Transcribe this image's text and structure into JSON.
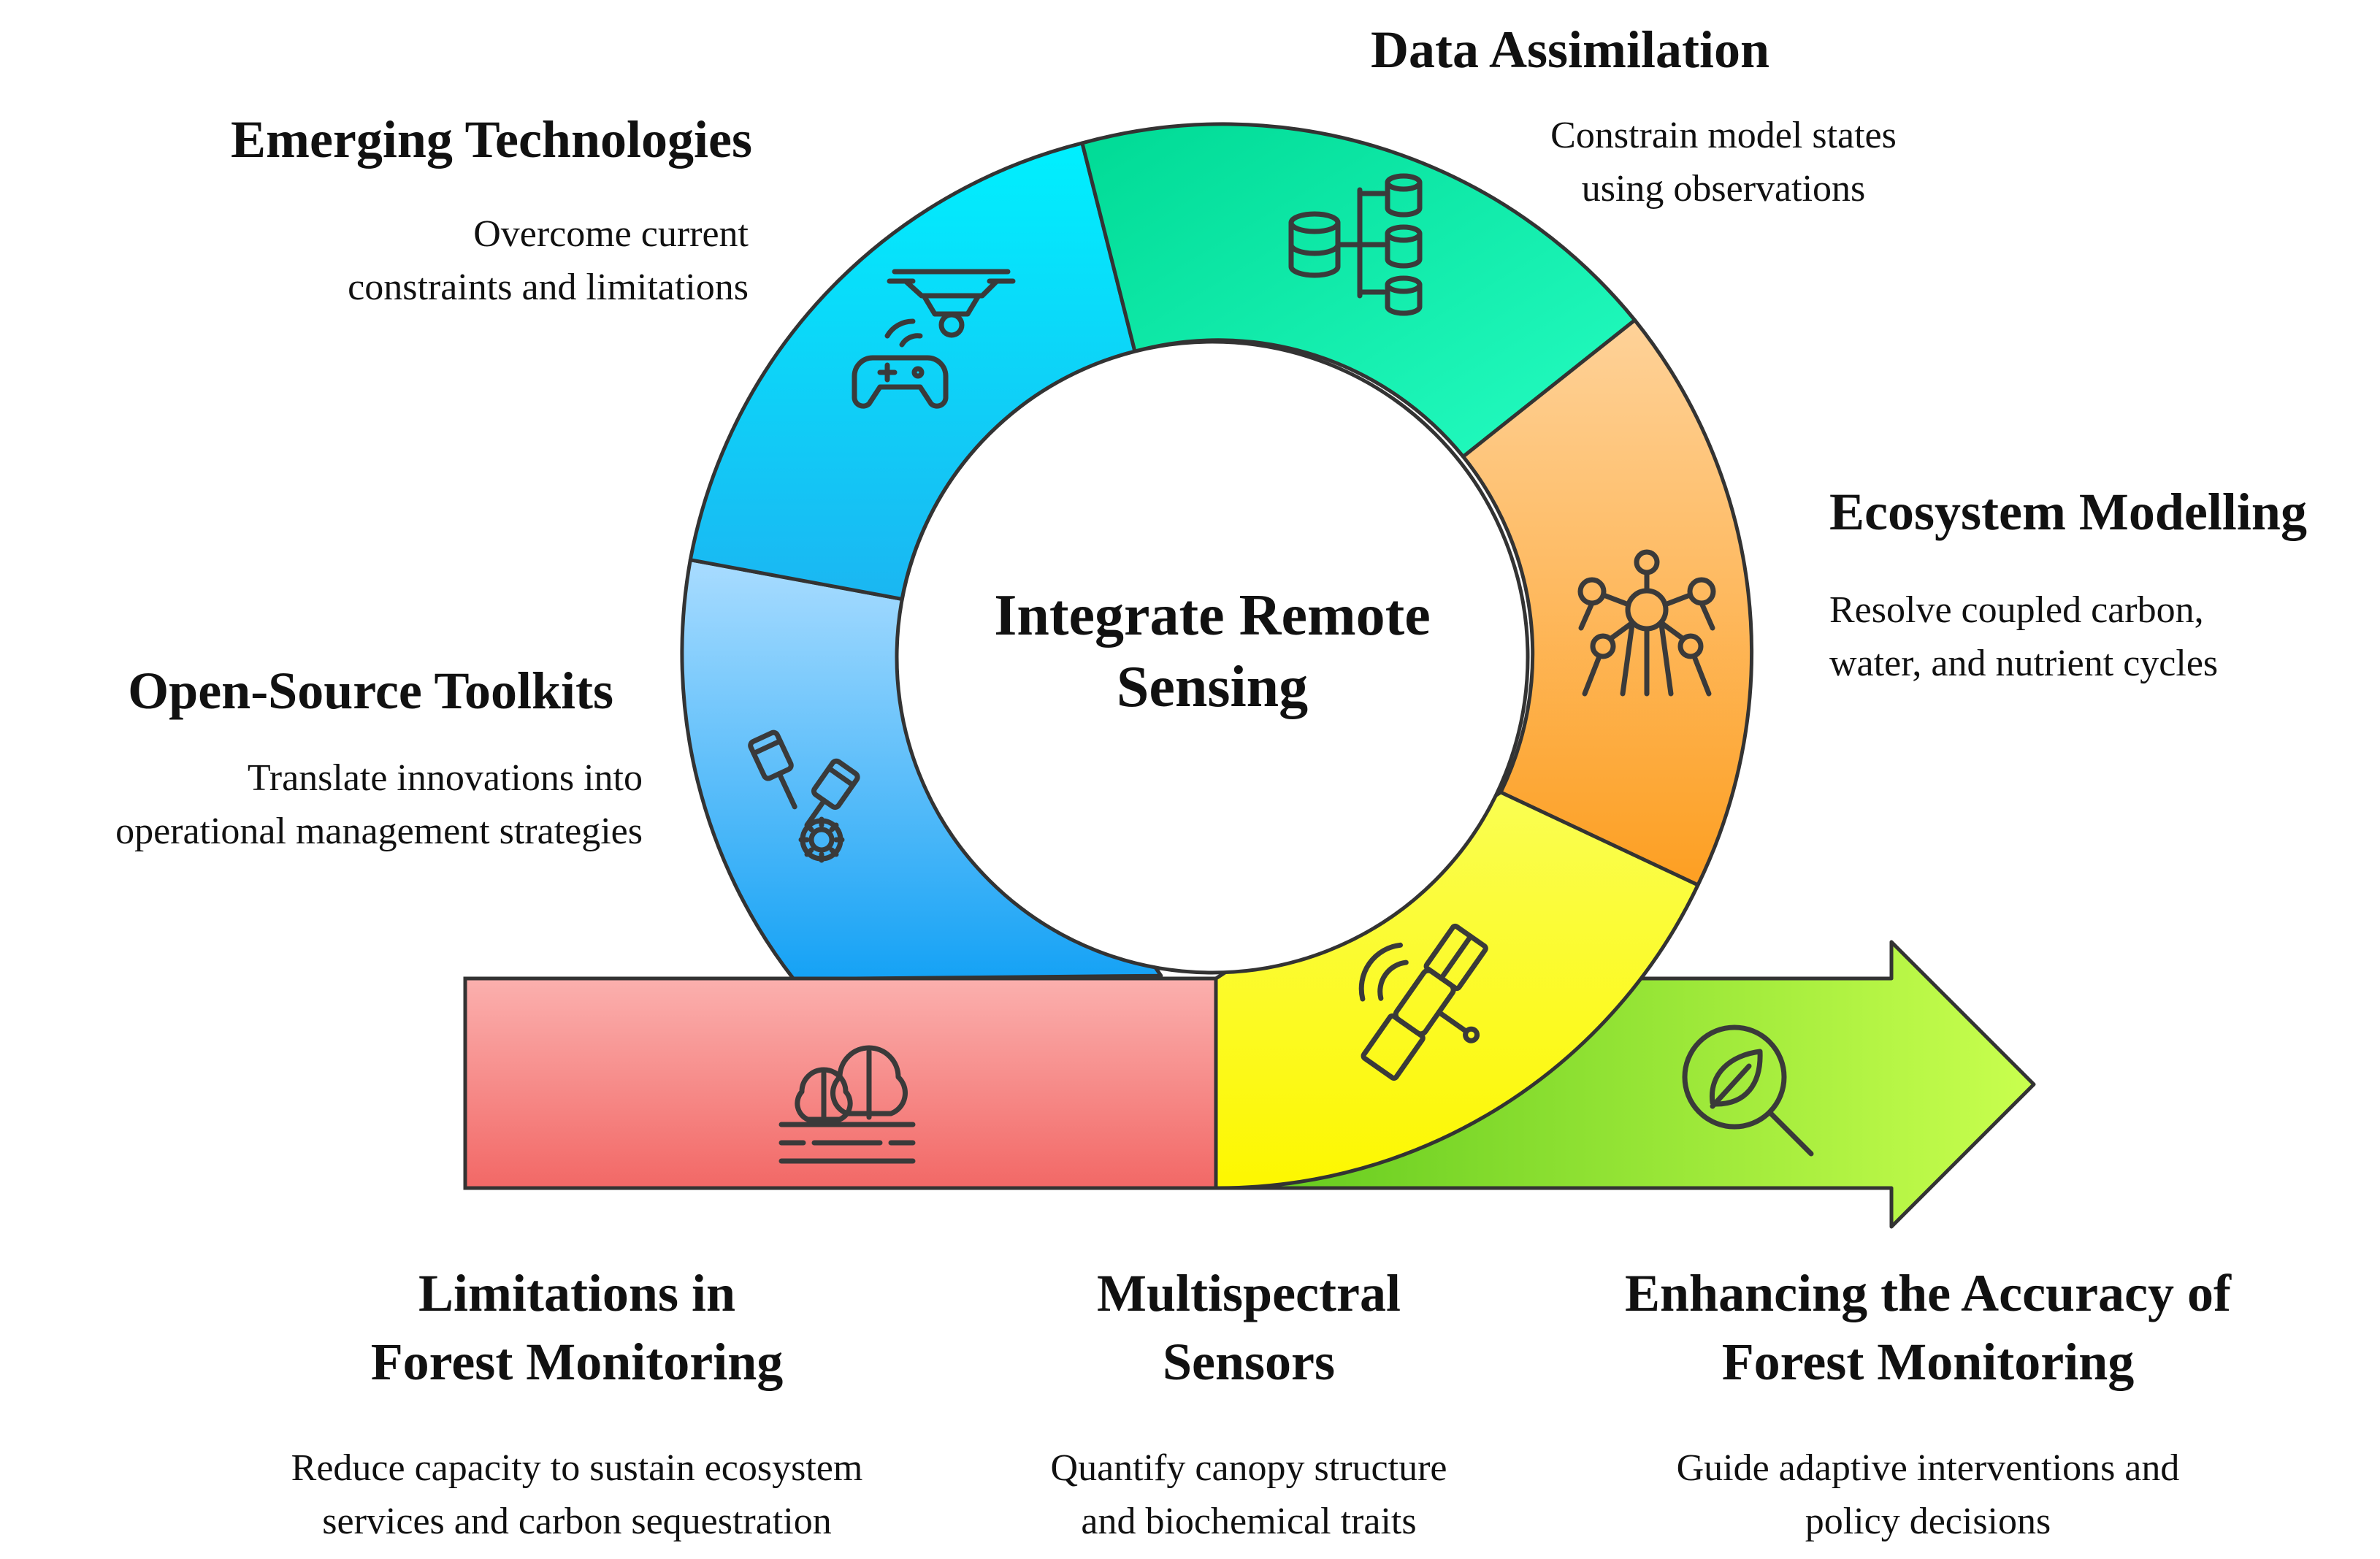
{
  "center": {
    "line1": "Integrate Remote",
    "line2": "Sensing"
  },
  "steps": [
    {
      "id": "limitations",
      "title_lines": [
        "Limitations in",
        "Forest Monitoring"
      ],
      "desc_lines": [
        "Reduce capacity to sustain ecosystem",
        "services and carbon sequestration"
      ],
      "icon": "trees-icon",
      "color": "#f4807f"
    },
    {
      "id": "multispectral",
      "title_lines": [
        "Multispectral",
        "Sensors"
      ],
      "desc_lines": [
        "Quantify canopy structure",
        "and biochemical traits"
      ],
      "icon": "satellite-icon",
      "color": "#fbff1e"
    },
    {
      "id": "ecosystem",
      "title_lines": [
        "Ecosystem Modelling"
      ],
      "desc_lines": [
        "Resolve coupled carbon,",
        "water, and nutrient cycles"
      ],
      "icon": "molecule-network-icon",
      "color": "#fdb653"
    },
    {
      "id": "assimilation",
      "title_lines": [
        "Data Assimilation"
      ],
      "desc_lines": [
        "Constrain model states",
        "using observations"
      ],
      "icon": "database-tree-icon",
      "color": "#13f1a7"
    },
    {
      "id": "emerging",
      "title_lines": [
        "Emerging Technologies"
      ],
      "desc_lines": [
        "Overcome current",
        "constraints and limitations"
      ],
      "icon": "drone-controller-icon",
      "color": "#0fdcf6"
    },
    {
      "id": "opensource",
      "title_lines": [
        "Open-Source Toolkits"
      ],
      "desc_lines": [
        "Translate innovations into",
        "operational management strategies"
      ],
      "icon": "pistons-gear-icon",
      "color": "#52b6f8"
    },
    {
      "id": "enhancing",
      "title_lines": [
        "Enhancing the Accuracy of",
        "Forest Monitoring"
      ],
      "desc_lines": [
        "Guide adaptive interventions and",
        "policy decisions"
      ],
      "icon": "leaf-magnifier-icon",
      "color": "#9be52e"
    }
  ]
}
